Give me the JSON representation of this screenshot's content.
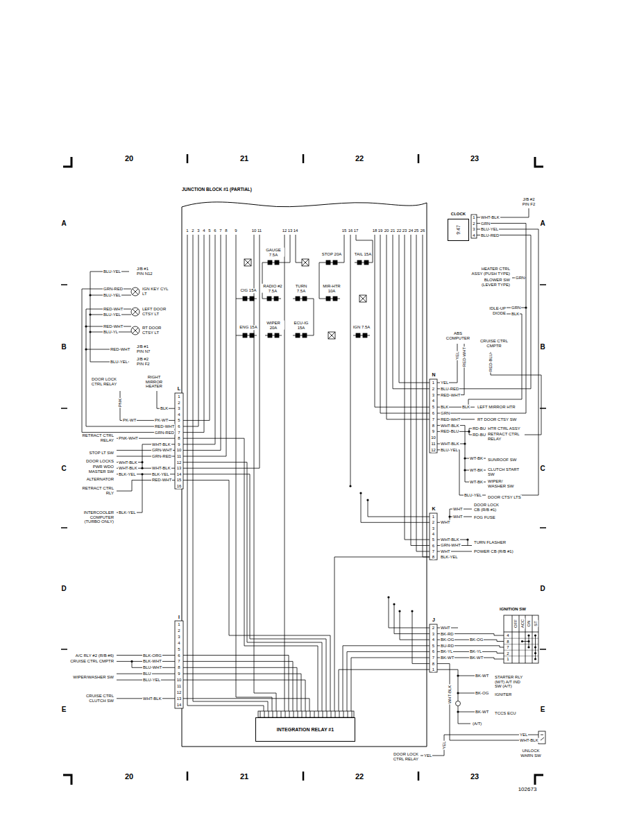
{
  "diagram": {
    "nodes": [
      {
        "text": [
          "JUNCTION BLOCK #1 (PARTIAL)"
        ]
      },
      {
        "text": [
          "INTEGRATION RELAY #1"
        ],
        "in": 0
      },
      {
        "text": [
          "CLOCK",
          "9:47"
        ]
      },
      {
        "text": [
          "IGNITION SW"
        ]
      }
    ],
    "labels": [
      "20",
      "21",
      "22",
      "23",
      "20",
      "21",
      "22",
      "23",
      "A",
      "B",
      "C",
      "D",
      "E",
      "A",
      "B",
      "C",
      "D",
      "E",
      "102673",
      "1",
      "2",
      "3",
      "4",
      "5",
      "6",
      "7",
      "8",
      "9",
      "10",
      "11",
      "12",
      "13",
      "14",
      "15",
      "16",
      "17",
      "18",
      "19",
      "20",
      "21",
      "22",
      "23",
      "24",
      "25",
      "26",
      "GAUGE 7.5A",
      "STOP 20A",
      "TAIL 15A",
      "CIG 15A",
      "RADIO #2 7.5A",
      "TURN 7.5A",
      "MIR-HTR 10A",
      "ENG 15A",
      "WIPER 20A",
      "ECU-IG 15A",
      "IGN 7.5A",
      "BLU-YEL",
      "GRN-RED",
      "BLU-YEL",
      "RED-WHT",
      "BLU-YEL",
      "RED-WHT",
      "BLU-YL",
      "RED-WHT",
      "BLU-YEL",
      "J/B #1 PIN N12",
      "J/B #1 PIN N7",
      "J/B #2 PIN F2",
      "IGN KEY CYL LT",
      "LEFT DOOR CTSY LT",
      "RT DOOR CTSY LT",
      "DOOR LOCK CTRL RELAY",
      "RIGHT MIRROR HEATER",
      "PNK",
      "BLK",
      "PK-WT",
      "PK-WT",
      "L",
      "1",
      "2",
      "3",
      "4",
      "5",
      "6",
      "7",
      "8",
      "9",
      "10",
      "11",
      "12",
      "13",
      "14",
      "15",
      "16",
      "RED-WHT",
      "GRN-RED",
      "PNK-WHT",
      "WHT-BLK",
      "GRN-WHT",
      "GRN-RED",
      "WHT-BLK",
      "WHT-BLK",
      "WHT-BLK",
      "BLK-YEL",
      "BLK-YEL",
      "RED-WHT",
      "BLK-YEL",
      "RETRACT CTRL RELAY",
      "STOP LT SW",
      "DOOR LOCKS",
      "PWR WDO MASTER SW",
      "ALTERNATOR",
      "RETRACT CTRL RLY",
      "INTERCOOLER COMPUTER (TURBO ONLY)",
      "A/C RLY #2 (R/B #6)",
      "CRUISE CTRL CMPTR",
      "WIPER/WASHER SW",
      "CRUISE CTRL CLUTCH SW",
      "DOOR LOCK CTRL RELAY",
      "I",
      "1",
      "2",
      "3",
      "4",
      "5",
      "6",
      "7",
      "8",
      "9",
      "10",
      "11",
      "12",
      "13",
      "14",
      "BLK-ORG",
      "BLK-WHT",
      "BLU-WHT",
      "BLU",
      "BLU-YEL",
      "WHT-BLK",
      "J/B #2 PIN F2",
      "1",
      "2",
      "3",
      "4",
      "WHT-BLK",
      "GRN",
      "BLU-YEL",
      "BLU-RED",
      "HEATER CTRL ASSY (PUSH TYPE)",
      "BLOWER SW (LEVER TYPE)",
      "GRN",
      "GRN",
      "BLK",
      "IDLE-UP DIODE",
      "ABS COMPUTER",
      "CRUISE CTRL CMPTR",
      "YEL",
      "RED-WHT",
      "RED-BLU",
      "N",
      "1",
      "2",
      "3",
      "4",
      "5",
      "6",
      "7",
      "8",
      "9",
      "10",
      "11",
      "12",
      "YEL",
      "BLU-RED",
      "RED-WHT",
      "BLK",
      "GRN",
      "RED-WHT",
      "WHT-BLK",
      "RED-BLU",
      "WHT-BLK",
      "BLU-YEL",
      "BLK",
      "RD-BU",
      "RD-BU",
      "WT-BK",
      "WT-BK",
      "WT-BK",
      "BLU-YEL",
      "LEFT MIRROR HTR",
      "RT DOOR CTSY SW",
      "HTR CTRL ASSY",
      "RETRACT CTRL RELAY",
      "SUNROOF SW",
      "CLUTCH START SW",
      "WIPER/ WASHER SW",
      "DOOR CTSY LTS",
      "K",
      "1",
      "2",
      "3",
      "4",
      "5",
      "6",
      "7",
      "8",
      "WHT",
      "WHT",
      "WHT",
      "WHT-BLK",
      "GRN-WHT",
      "WHT",
      "BLK-YEL",
      "DOOR LOCK CB (R/B #1)",
      "FOG FUSE",
      "TURN FLASHER",
      "POWER CB (R/B #1)",
      "J",
      "2",
      "3",
      "4",
      "5",
      "6",
      "7",
      "8",
      "1",
      "WHT",
      "BK-RD",
      "BK-OG",
      "BU-RD",
      "BK-YL",
      "BK-WT",
      "BK-OG",
      "BK-YL",
      "BK-WT",
      "OFF",
      "ACC",
      "ON",
      "ST",
      "4",
      "8",
      "7",
      "2",
      "1",
      "BK-WT",
      "BK-OG",
      "BK-WT",
      "STARTER RLY (M/T) A/T IND SW (A/T)",
      "IGNITER",
      "TCCS ECU",
      "(A/T)",
      "WHT-BLK",
      "YEL",
      "YEL",
      "WHT-BLK",
      "YEL",
      "UNLOCK WARN SW"
    ]
  }
}
